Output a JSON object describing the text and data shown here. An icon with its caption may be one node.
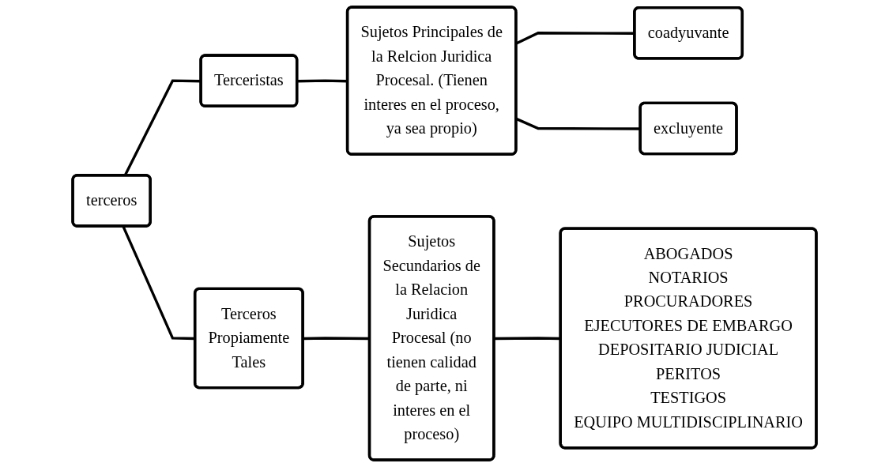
{
  "diagram": {
    "nodes": [
      {
        "text": [
          "terceros"
        ]
      },
      {
        "text": [
          "Terceristas"
        ]
      },
      {
        "text": [
          "Sujetos Principales de la Relcion Juridica Procesal. (Tienen interes en el proceso, ya sea propio)"
        ]
      },
      {
        "text": [
          "coadyuvante"
        ]
      },
      {
        "text": [
          "excluyente"
        ]
      },
      {
        "text": [
          "Terceros Propiamente Tales"
        ]
      },
      {
        "text": [
          "Sujetos Secundarios de la Relacion Juridica Procesal (no tienen calidad de parte, ni interes en el proceso)"
        ]
      },
      {
        "text": [
          "ABOGADOS",
          "NOTARIOS",
          "PROCURADORES",
          "EJECUTORES DE EMBARGO",
          "DEPOSITARIO JUDICIAL",
          "PERITOS",
          "TESTIGOS",
          "EQUIPO MULTIDISCIPLINARIO"
        ]
      }
    ],
    "edges": [
      {
        "from": 0,
        "to": 1,
        "arrow": "none"
      },
      {
        "from": 0,
        "to": 5,
        "arrow": "none"
      },
      {
        "from": 1,
        "to": 2,
        "arrow": "none"
      },
      {
        "from": 2,
        "to": 3,
        "arrow": "none"
      },
      {
        "from": 2,
        "to": 4,
        "arrow": "none"
      },
      {
        "from": 5,
        "to": 6,
        "arrow": "none"
      },
      {
        "from": 6,
        "to": 7,
        "arrow": "none"
      }
    ]
  }
}
